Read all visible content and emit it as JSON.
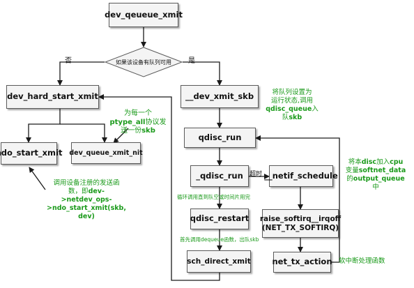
{
  "nodes": {
    "dev_queue_xmit": "dev_qeueue_xmit",
    "decision": "如果该设备有队列可用",
    "dev_hard_start_xmit": "dev_hard_start_xmit",
    "dev_xmit_skb": "__dev_xmit_skb",
    "ndo_start_xmit": "ndo_start_xmit",
    "dev_queue_xmit_nit": "dev_queue_xmit_nit",
    "qdisc_run": "qdisc_run",
    "qdisc_run_inner": "_qdisc_run",
    "netif_schedule": "__netif_schedule",
    "qdisc_restart": "qdisc_restart",
    "raise_softirq_line1": "raise_softirq__irqoff",
    "raise_softirq_line2": "(NET_TX_SOFTIRQ)",
    "sch_direct_xmit": "sch_direct_xmit",
    "net_tx_action": "net_tx_action"
  },
  "labels": {
    "no": "否",
    "yes": "是",
    "timeout": "超时"
  },
  "notes": {
    "ptype": {
      "l1": "为每一个",
      "l2_bold": "ptype_all",
      "l2_rest": "协议发",
      "l3_pre": "送一份",
      "l3_bold": "skb"
    },
    "queue_state": {
      "l1": "将队列设置为",
      "l2": "运行状态,调用",
      "l3_bold": "qdisc_queue",
      "l3_rest": "入",
      "l4_pre": "队",
      "l4_bold": "skb"
    },
    "driver": {
      "l1": "调用设备注册的发送函",
      "l2_pre": "数，即",
      "l2_bold": "dev-",
      "l3_bold": ">netdev_ops-",
      "l4_bold": ">ndo_start_xmit(skb,",
      "l5_bold": "dev)"
    },
    "loop": "循环调用直到队空或时间片用完",
    "dequeue": {
      "pre": "首先调用",
      "mid": "dequeue",
      "post": "函数，出队skb"
    },
    "netif": {
      "l1_pre": "将本",
      "l1_bold": "disc",
      "l1_mid": "加入",
      "l1_bold2": "cpu",
      "l2_pre": "变量",
      "l2_bold": "softnet_data",
      "l3_pre": "的",
      "l3_bold": "output_queue",
      "l4": "中"
    },
    "softirq": "软中断处理函数"
  },
  "colors": {
    "note": "#1a9a1a",
    "box_fill": "#f4f4f4",
    "box_border": "#5a5a5a",
    "line": "#1a1a1a"
  }
}
